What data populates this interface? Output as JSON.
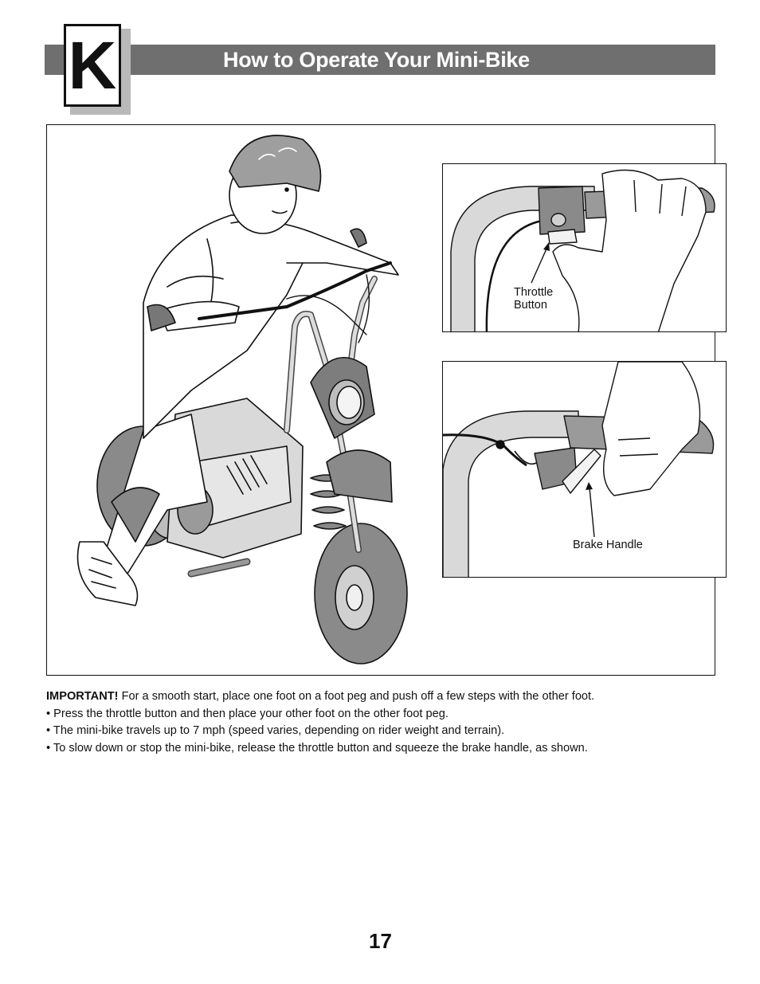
{
  "section": {
    "letter": "K",
    "title": "How to Operate Your Mini-Bike"
  },
  "illustration": {
    "callouts": {
      "throttle_line1": "Throttle",
      "throttle_line2": "Button",
      "brake": "Brake Handle"
    }
  },
  "instructions": {
    "important_label": "IMPORTANT!",
    "important_text": " For a smooth start, place one foot on a foot peg and push off a few steps with the other foot.",
    "bullets": [
      "• Press the throttle button and then place your other foot on the other foot peg.",
      "• The mini-bike travels up to 7 mph (speed varies, depending on rider weight and terrain).",
      "• To slow down or stop the mini-bike, release the throttle button and squeeze the brake handle, as shown."
    ]
  },
  "page_number": "17",
  "colors": {
    "header_bar": "#6f6f6f",
    "letter_shadow": "#b9b9b9",
    "tire_gray": "#8a8a8a",
    "frame_light": "#d9d9d9"
  }
}
